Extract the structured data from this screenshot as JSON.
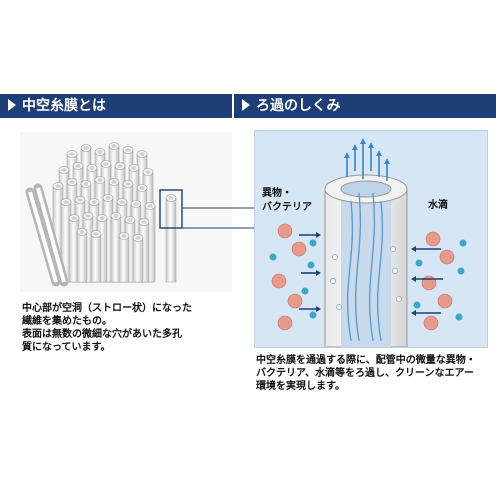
{
  "left_section": {
    "header": "中空糸膜とは",
    "description_lines": [
      "中心部が空洞（ストロー状）になった",
      "繊維を集めたもの。",
      "表面は無数の微細な穴があいた多孔",
      "質になっています。"
    ]
  },
  "right_section": {
    "header": "ろ過のしくみ",
    "labels": {
      "bacteria_line1": "異物・",
      "bacteria_line2": "バクテリア",
      "water": "水滴"
    },
    "description_lines": [
      "中空糸膜を通過する際に、配管中の微量な異物・",
      "バクテリア、水滴等をろ過し、クリーンなエアー",
      "環境を実現します。"
    ]
  },
  "colors": {
    "header_bg": "#1d3f76",
    "panel_bg": "#d6e6f4",
    "particle_bacteria": "#e79a8b",
    "particle_water": "#3ea6c8",
    "arrow": "#1d3f76"
  }
}
